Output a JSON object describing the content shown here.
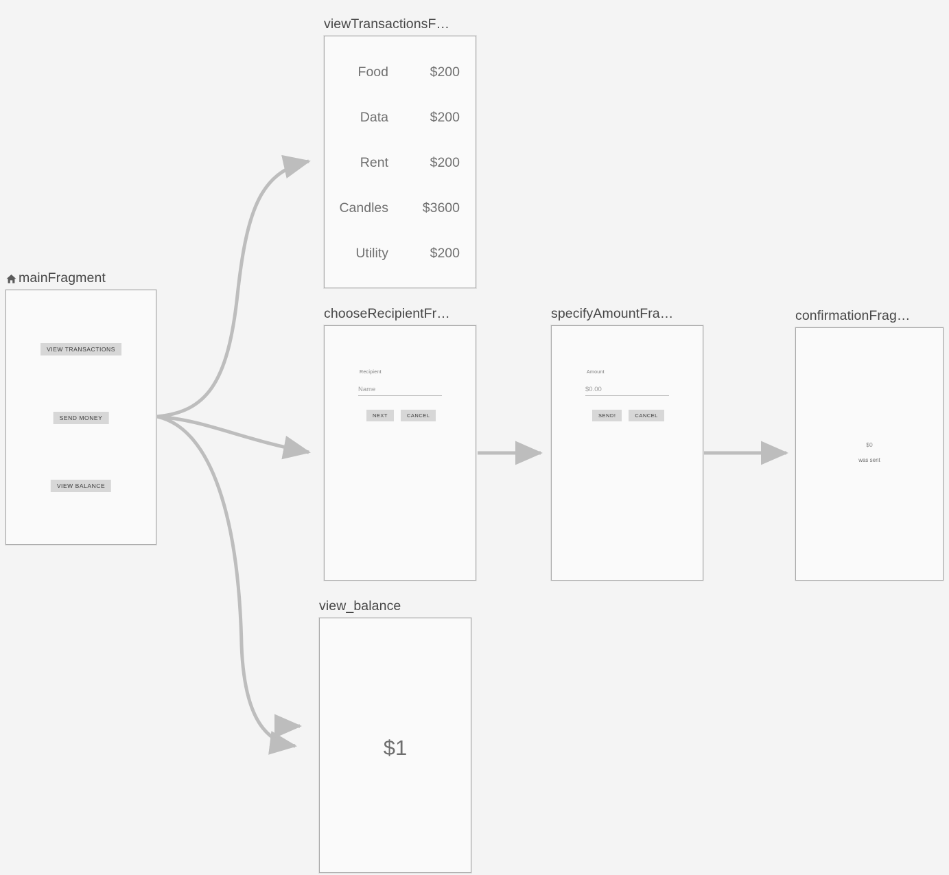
{
  "canvas": {
    "background": "#f4f4f4",
    "node_fill": "#fafafa",
    "node_border": "#a8a8a8",
    "edge_color": "#bdbdbd",
    "button_fill": "#d7d7d7",
    "title_color": "#474747"
  },
  "nodes": {
    "main_fragment": {
      "title": "mainFragment",
      "icon": "home-icon",
      "is_start_destination": true,
      "buttons": [
        {
          "label": "VIEW TRANSACTIONS"
        },
        {
          "label": "SEND MONEY"
        },
        {
          "label": "VIEW BALANCE"
        }
      ]
    },
    "view_transactions_fragment": {
      "title": "viewTransactionsF…",
      "full_title": "viewTransactionsFragment",
      "transactions": [
        {
          "label": "Food",
          "amount": "$200"
        },
        {
          "label": "Data",
          "amount": "$200"
        },
        {
          "label": "Rent",
          "amount": "$200"
        },
        {
          "label": "Candles",
          "amount": "$3600"
        },
        {
          "label": "Utility",
          "amount": "$200"
        }
      ]
    },
    "choose_recipient_fragment": {
      "title": "chooseRecipientFr…",
      "full_title": "chooseRecipientFragment",
      "field_label": "Recipient",
      "field_placeholder": "Name",
      "field_value": "",
      "buttons": [
        {
          "label": "NEXT"
        },
        {
          "label": "CANCEL"
        }
      ]
    },
    "specify_amount_fragment": {
      "title": "specifyAmountFra…",
      "full_title": "specifyAmountFragment",
      "field_label": "Amount",
      "field_placeholder": "$0.00",
      "field_value": "",
      "buttons": [
        {
          "label": "SEND!"
        },
        {
          "label": "CANCEL"
        }
      ]
    },
    "confirmation_fragment": {
      "title": "confirmationFrag…",
      "full_title": "confirmationFragment",
      "amount": "$0",
      "message": "was sent"
    },
    "view_balance_fragment": {
      "title": "view_balance",
      "balance": "$1"
    }
  }
}
